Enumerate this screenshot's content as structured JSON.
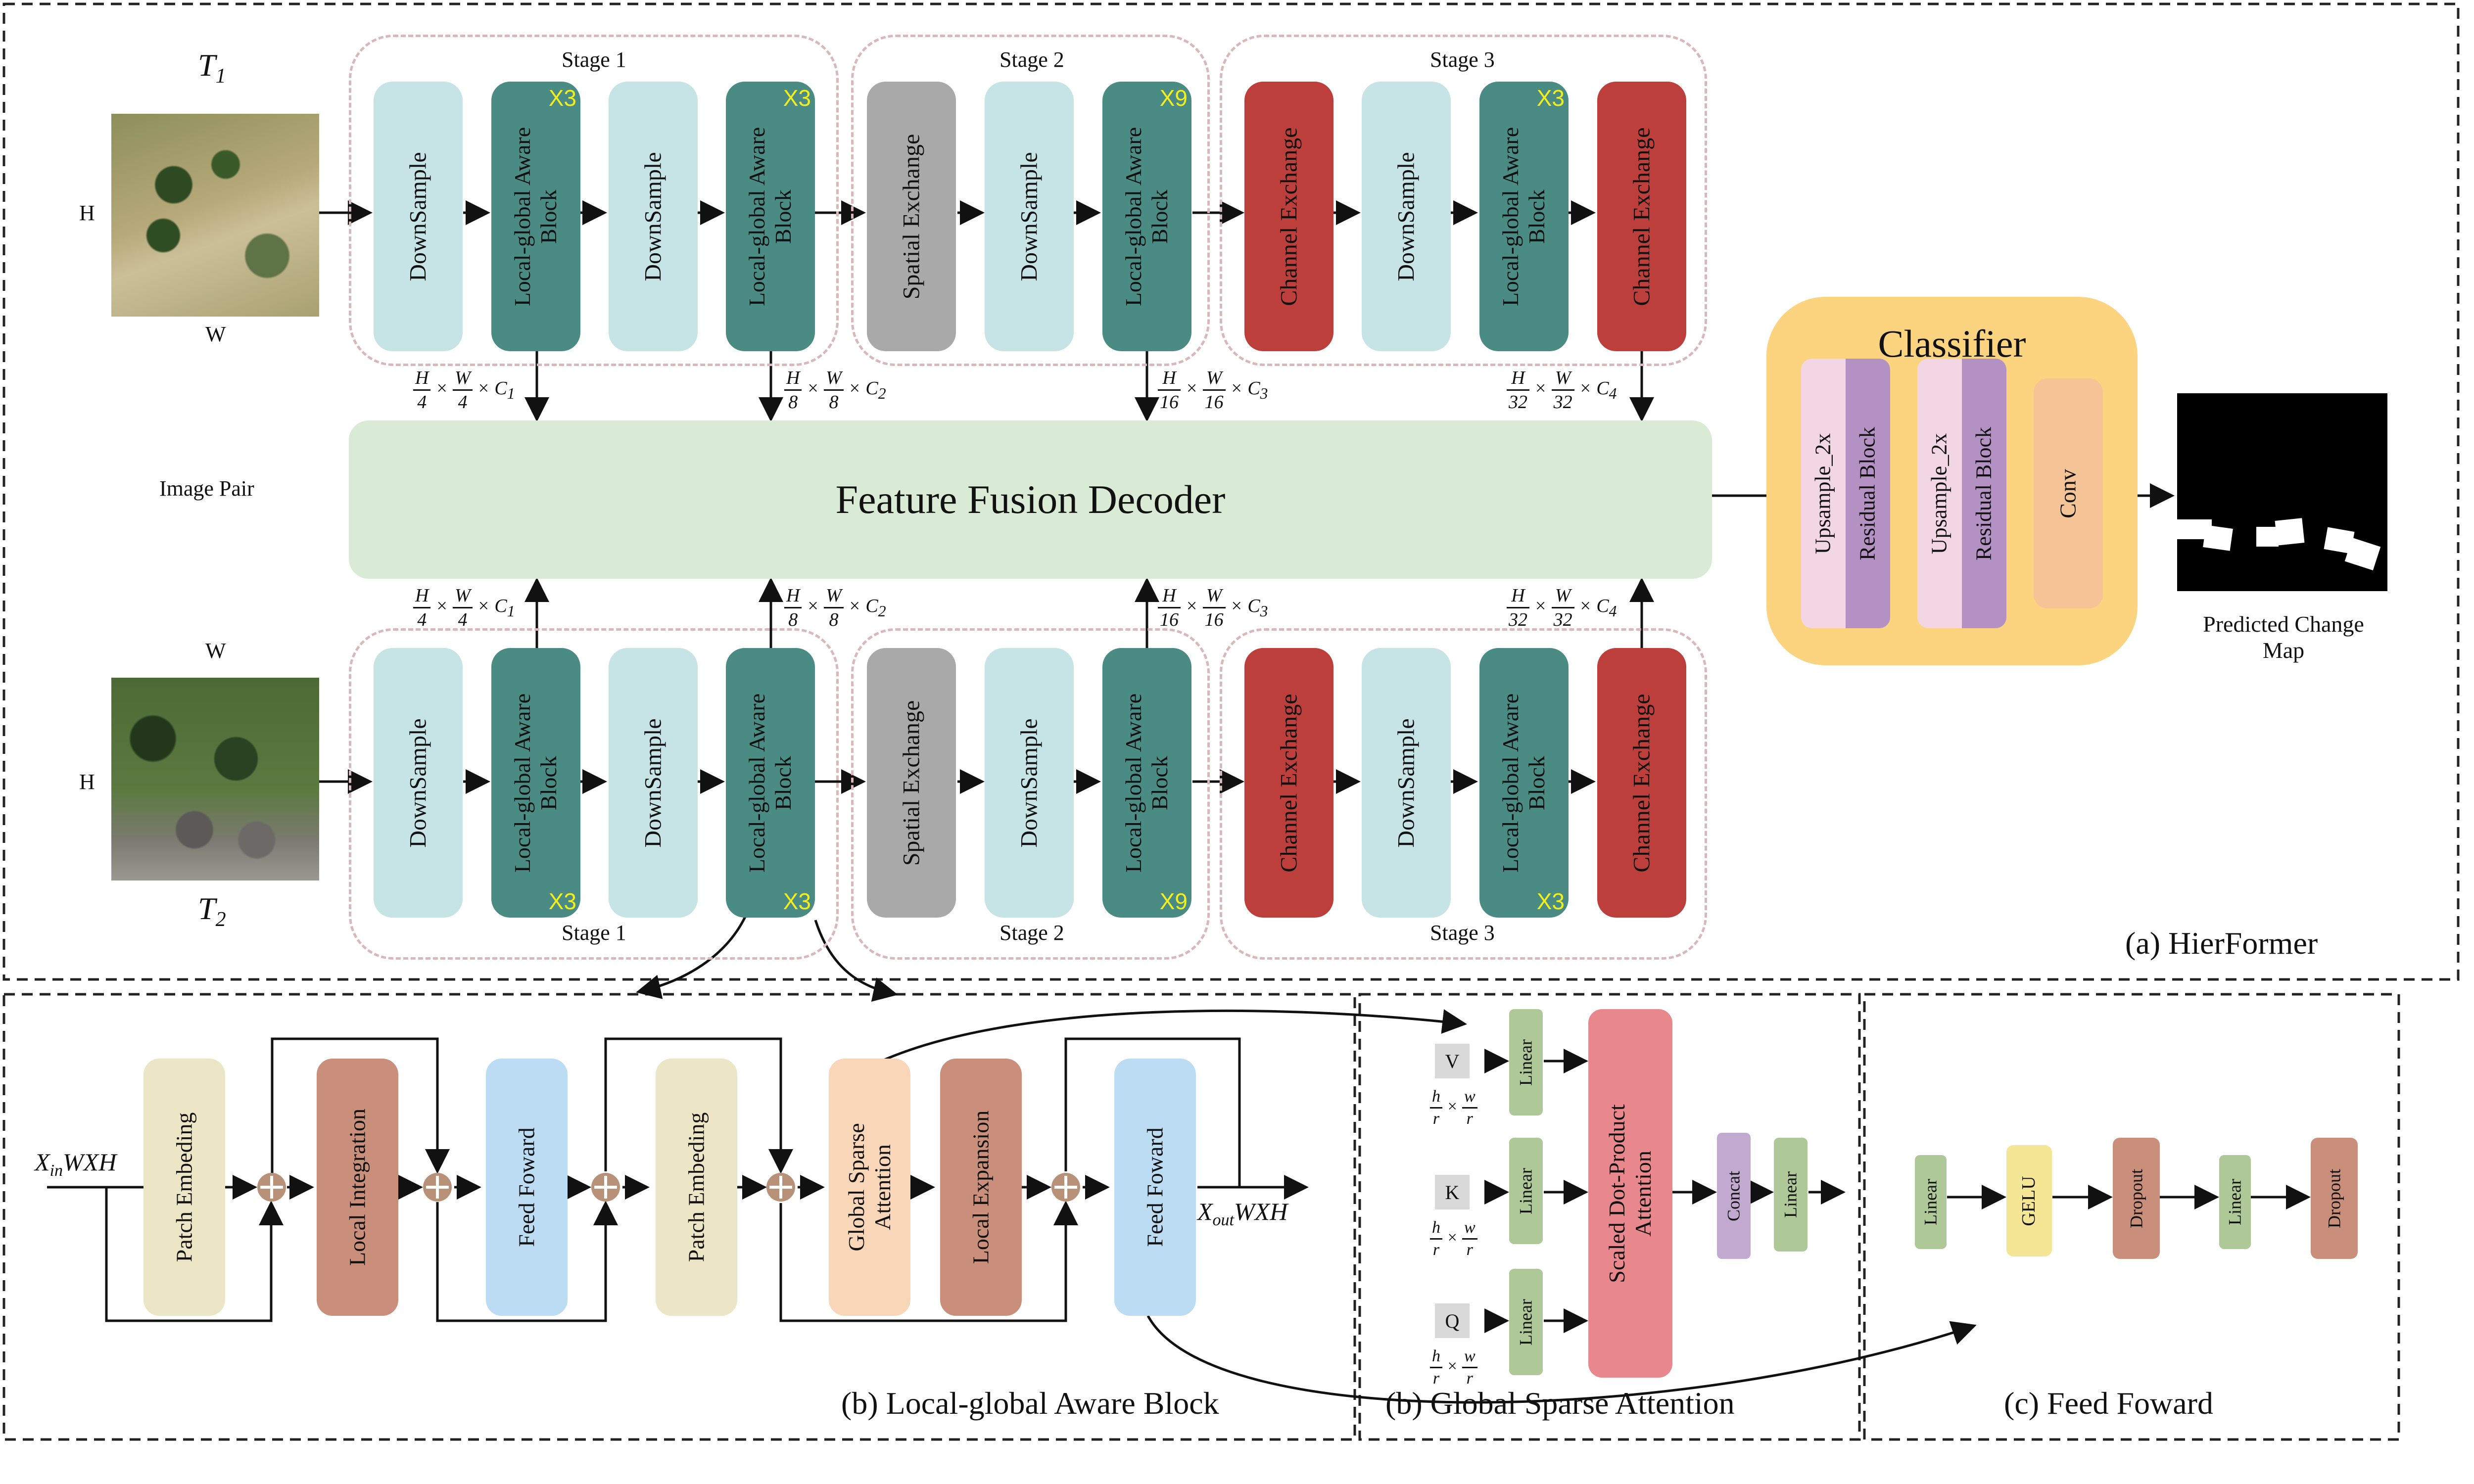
{
  "input": {
    "t1": {
      "symbol": "T",
      "subscript": "1",
      "h": "H",
      "w": "W"
    },
    "t2": {
      "symbol": "T",
      "subscript": "2",
      "h": "H",
      "w": "W"
    },
    "pair_label": "Image Pair"
  },
  "stages": {
    "stage1": "Stage 1",
    "stage2": "Stage 2",
    "stage3": "Stage 3"
  },
  "blocks": {
    "downsample": "DownSample",
    "lga_line1": "Local-global Aware",
    "lga_line2": "Block",
    "spatial": "Spatial Exchange",
    "channel": "Channel Exchange",
    "x3": "X3",
    "x9": "X9"
  },
  "dims": {
    "s1": {
      "a": "H",
      "b": "4",
      "c": "W",
      "d": "4",
      "ch": "C",
      "sub": "1"
    },
    "s2": {
      "a": "H",
      "b": "8",
      "c": "W",
      "d": "8",
      "ch": "C",
      "sub": "2"
    },
    "s3": {
      "a": "H",
      "b": "16",
      "c": "W",
      "d": "16",
      "ch": "C",
      "sub": "3"
    },
    "s4": {
      "a": "H",
      "b": "32",
      "c": "W",
      "d": "32",
      "ch": "C",
      "sub": "4"
    },
    "times": "×"
  },
  "decoder": {
    "label": "Feature Fusion Decoder"
  },
  "classifier": {
    "title": "Classifier",
    "upsample": "Upsample_2x",
    "residual": "Residual Block",
    "conv": "Conv"
  },
  "output": {
    "label_line1": "Predicted Change",
    "label_line2": "Map"
  },
  "panel_a": {
    "caption": "(a) HierFormer"
  },
  "panel_b": {
    "caption": "(b) Local-global Aware Block",
    "x_in": "X",
    "x_in_sub": "in",
    "x_in_rest": "WXH",
    "x_out": "X",
    "x_out_sub": "out",
    "x_out_rest": "WXH",
    "patch_embedding": "Patch Embeding",
    "local_integration": "Local Integration",
    "feed_forward": "Feed Foward",
    "gsa_line1": "Global Sparse",
    "gsa_line2": "Attention",
    "local_expansion": "Local Expansion"
  },
  "panel_gsa": {
    "caption": "(b) Global Sparse Attention",
    "v": "V",
    "k": "K",
    "q": "Q",
    "hr_h": "h",
    "hr_r": "r",
    "hr_w": "w",
    "linear": "Linear",
    "sdpa_line1": "Scaled Dot-Product",
    "sdpa_line2": "Attention",
    "concat": "Concat"
  },
  "panel_c": {
    "caption": "(c) Feed Foward",
    "linear": "Linear",
    "gelu": "GELU",
    "dropout": "Dropout"
  }
}
